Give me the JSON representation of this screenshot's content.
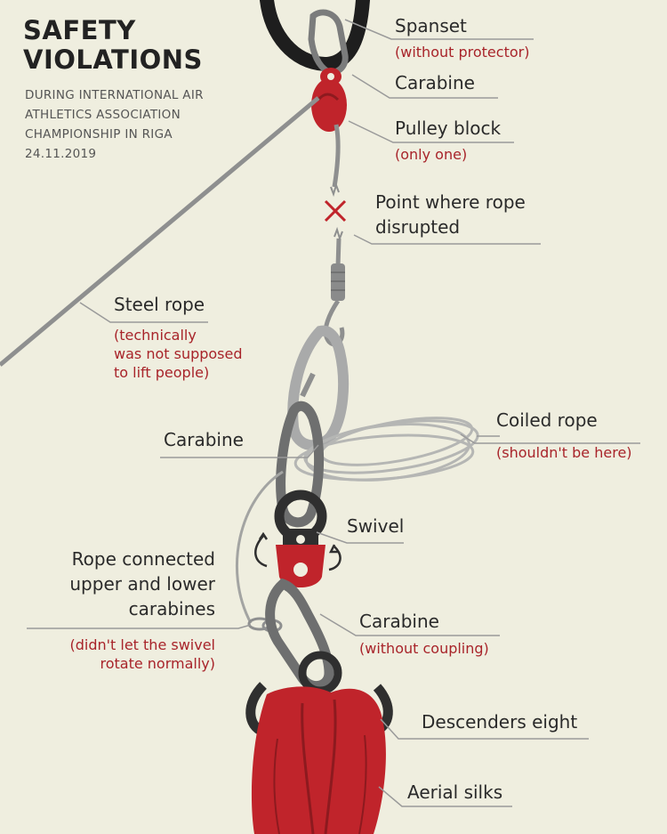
{
  "title_lines": [
    "SAFETY",
    "VIOLATIONS"
  ],
  "subtitle_lines": [
    "DURING INTERNATIONAL AIR",
    "ATHLETICS ASSOCIATION",
    "CHAMPIONSHIP IN RIGA",
    "24.11.2019"
  ],
  "labels": {
    "spanset": {
      "title": "Spanset",
      "note": "(without protector)"
    },
    "carabine_top": {
      "title": "Carabine"
    },
    "pulley": {
      "title": "Pulley block",
      "note": "(only one)"
    },
    "disruption": {
      "lines": [
        "Point where rope",
        "disrupted"
      ]
    },
    "steel_rope": {
      "title": "Steel rope",
      "note_lines": [
        "(technically",
        "was not supposed",
        "to lift people)"
      ]
    },
    "coiled_rope": {
      "title": "Coiled rope",
      "note": "(shouldn't be here)"
    },
    "carabine_mid": {
      "title": "Carabine"
    },
    "swivel": {
      "title": "Swivel"
    },
    "rope_connected": {
      "lines": [
        "Rope connected",
        "upper and lower",
        "carabines"
      ],
      "note_lines": [
        "(didn't let the swivel",
        "rotate normally)"
      ]
    },
    "carabine_low": {
      "title": "Carabine",
      "note": "(without coupling)"
    },
    "descenders": {
      "title": "Descenders eight"
    },
    "silks": {
      "title": "Aerial silks"
    }
  },
  "colors": {
    "background": "#efeedf",
    "accent_red": "#c0242b",
    "note_red": "#a8242a",
    "metal_grey": "#8e8f8f",
    "dark_metal": "#3a3a3a",
    "leader_line": "#9a9a9a"
  }
}
